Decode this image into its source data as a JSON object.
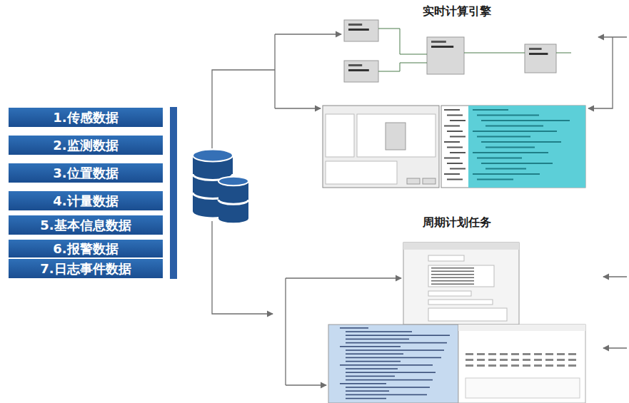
{
  "diagram": {
    "nodes": [
      {
        "text": [
          "1.传感数据"
        ]
      },
      {
        "text": [
          "2.监测数据"
        ]
      },
      {
        "text": [
          "3.位置数据"
        ]
      },
      {
        "text": [
          "4.计量数据"
        ]
      },
      {
        "text": [
          "5.基本信息数据"
        ]
      },
      {
        "text": [
          "6.报警数据"
        ]
      },
      {
        "text": [
          "7.日志事件数据"
        ]
      },
      {
        "text": [
          "实时计算引擎"
        ]
      },
      {
        "text": [
          "周期计划任务"
        ]
      }
    ]
  }
}
